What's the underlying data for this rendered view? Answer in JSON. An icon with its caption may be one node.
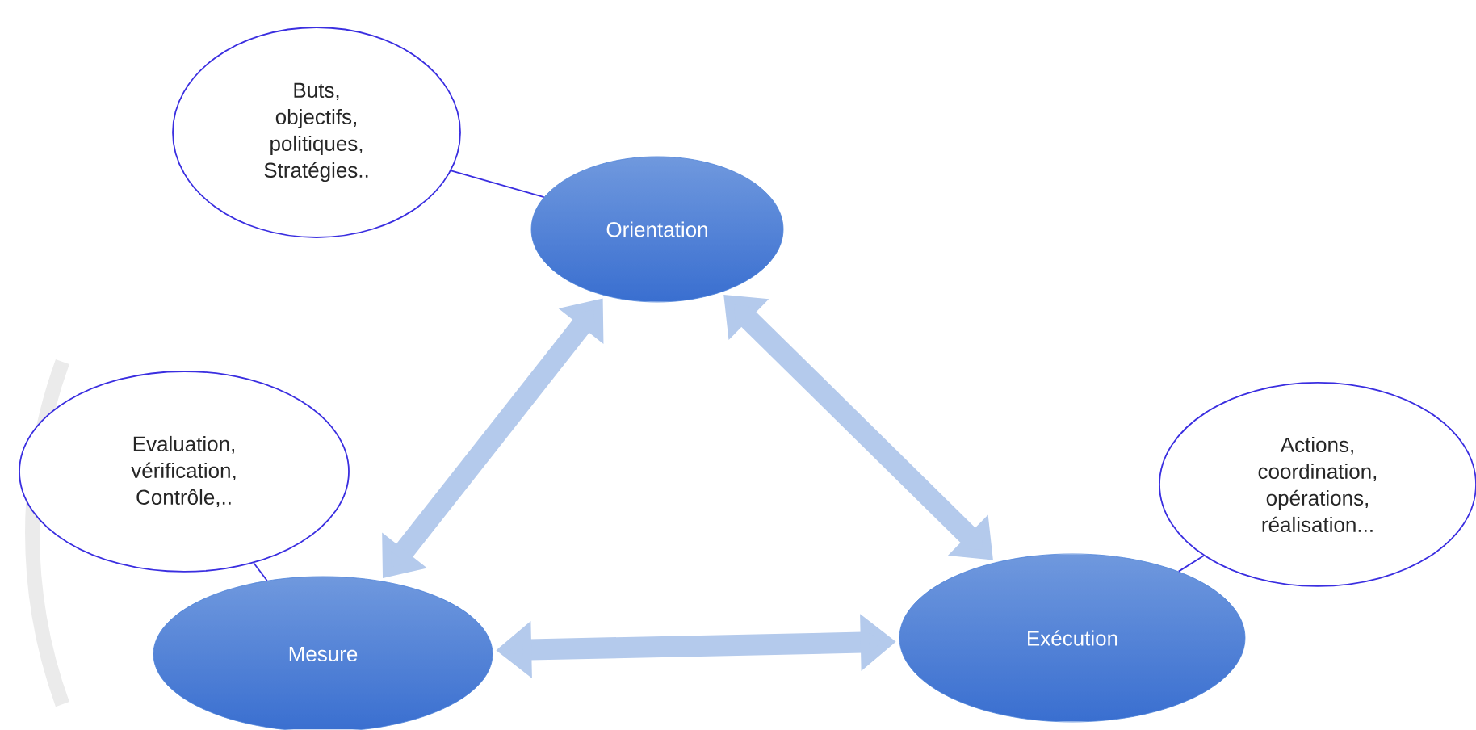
{
  "diagram": {
    "nodes": [
      {
        "text": [
          "Orientation"
        ]
      },
      {
        "text": [
          "Mesure"
        ]
      },
      {
        "text": [
          "Exécution"
        ]
      },
      {
        "text": [
          "Buts, objectifs, politiques, Stratégies.."
        ]
      },
      {
        "text": [
          "Evaluation, vérification, Contrôle,.."
        ]
      },
      {
        "text": [
          "Actions, coordination, opérations, réalisation..."
        ]
      }
    ],
    "edges": [
      {
        "from": 0,
        "to": 1,
        "arrow": "both",
        "style": "thick",
        "color": "#b4caec"
      },
      {
        "from": 0,
        "to": 2,
        "arrow": "both",
        "style": "thick",
        "color": "#b4caec"
      },
      {
        "from": 1,
        "to": 2,
        "arrow": "both",
        "style": "thick",
        "color": "#b4caec"
      },
      {
        "from": 3,
        "to": 0,
        "arrow": "none",
        "color": "#3a2ee0"
      },
      {
        "from": 4,
        "to": 1,
        "arrow": "none",
        "color": "#3a2ee0"
      },
      {
        "from": 5,
        "to": 2,
        "arrow": "none",
        "color": "#3a2ee0"
      }
    ]
  }
}
